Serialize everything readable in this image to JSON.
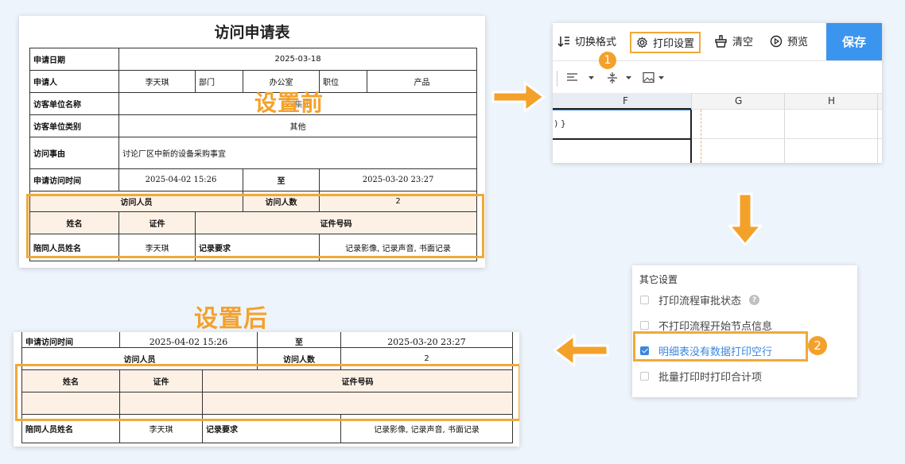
{
  "labels": {
    "before": "设置前",
    "after": "设置后"
  },
  "form": {
    "title": "访问申请表",
    "apply_date_label": "申请日期",
    "apply_date": "2025-03-18",
    "applicant_label": "申请人",
    "applicant": "李天琪",
    "dept_label": "部门",
    "dept": "办公室",
    "position_label": "职位",
    "position": "产品",
    "visitor_unit_label": "访客单位名称",
    "visitor_unit_value": "xx集团",
    "visitor_type_label": "访客单位类别",
    "visitor_type": "其他",
    "reason_label": "访问事由",
    "reason": "讨论厂区中新的设备采购事宜",
    "visit_time_label": "申请访问时间",
    "visit_start": "2025-04-02 15:26",
    "to_label": "至",
    "visit_end": "2025-03-20 23:27",
    "visitors_label": "访问人员",
    "visitor_count_label": "访问人数",
    "visitor_count": "2",
    "name_header": "姓名",
    "cert_header": "证件",
    "cert_no_header": "证件号码",
    "companion_label": "陪同人员姓名",
    "companion": "李天琪",
    "record_req_label": "记录要求",
    "record_req": "记录影像, 记录声音, 书面记录"
  },
  "toolbar": {
    "switch_format": "切换格式",
    "print_settings": "打印设置",
    "clear": "清空",
    "preview": "预览",
    "save": "保存",
    "col_f": "F",
    "col_g": "G",
    "col_h": "H",
    "cell_fragment": ") }",
    "badge": "1"
  },
  "settings": {
    "title": "其它设置",
    "options": [
      {
        "label": "打印流程审批状态",
        "checked": false
      },
      {
        "label": "不打印流程开始节点信息",
        "checked": false
      },
      {
        "label": "明细表没有数据打印空行",
        "checked": true
      },
      {
        "label": "批量打印时打印合计项",
        "checked": false
      }
    ],
    "help": "?",
    "badge": "2"
  },
  "colors": {
    "accent": "#f4a12b",
    "save_button": "#3b95ee",
    "checked": "#3b87e0",
    "highlight_row": "#fdf1e6"
  }
}
